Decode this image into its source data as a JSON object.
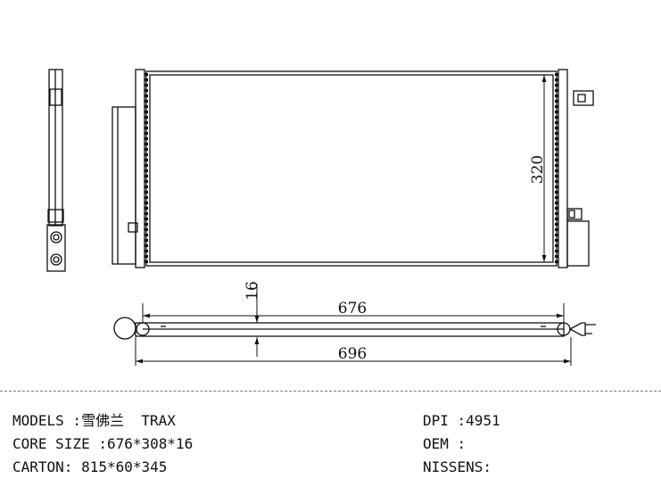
{
  "drawing": {
    "height_dim": "320",
    "thickness_dim": "16",
    "core_length_dim": "676",
    "overall_length_dim": "696"
  },
  "specs": {
    "models_label": "MODELS :",
    "models_value": "雪佛兰  TRAX",
    "core_size_label": "CORE SIZE :",
    "core_size_value": "676*308*16",
    "carton_label": "CARTON:",
    "carton_value": " 815*60*345",
    "dpi_label": "DPI :",
    "dpi_value": "4951",
    "oem_label": "OEM :",
    "oem_value": "",
    "nissens_label": "NISSENS:",
    "nissens_value": ""
  }
}
